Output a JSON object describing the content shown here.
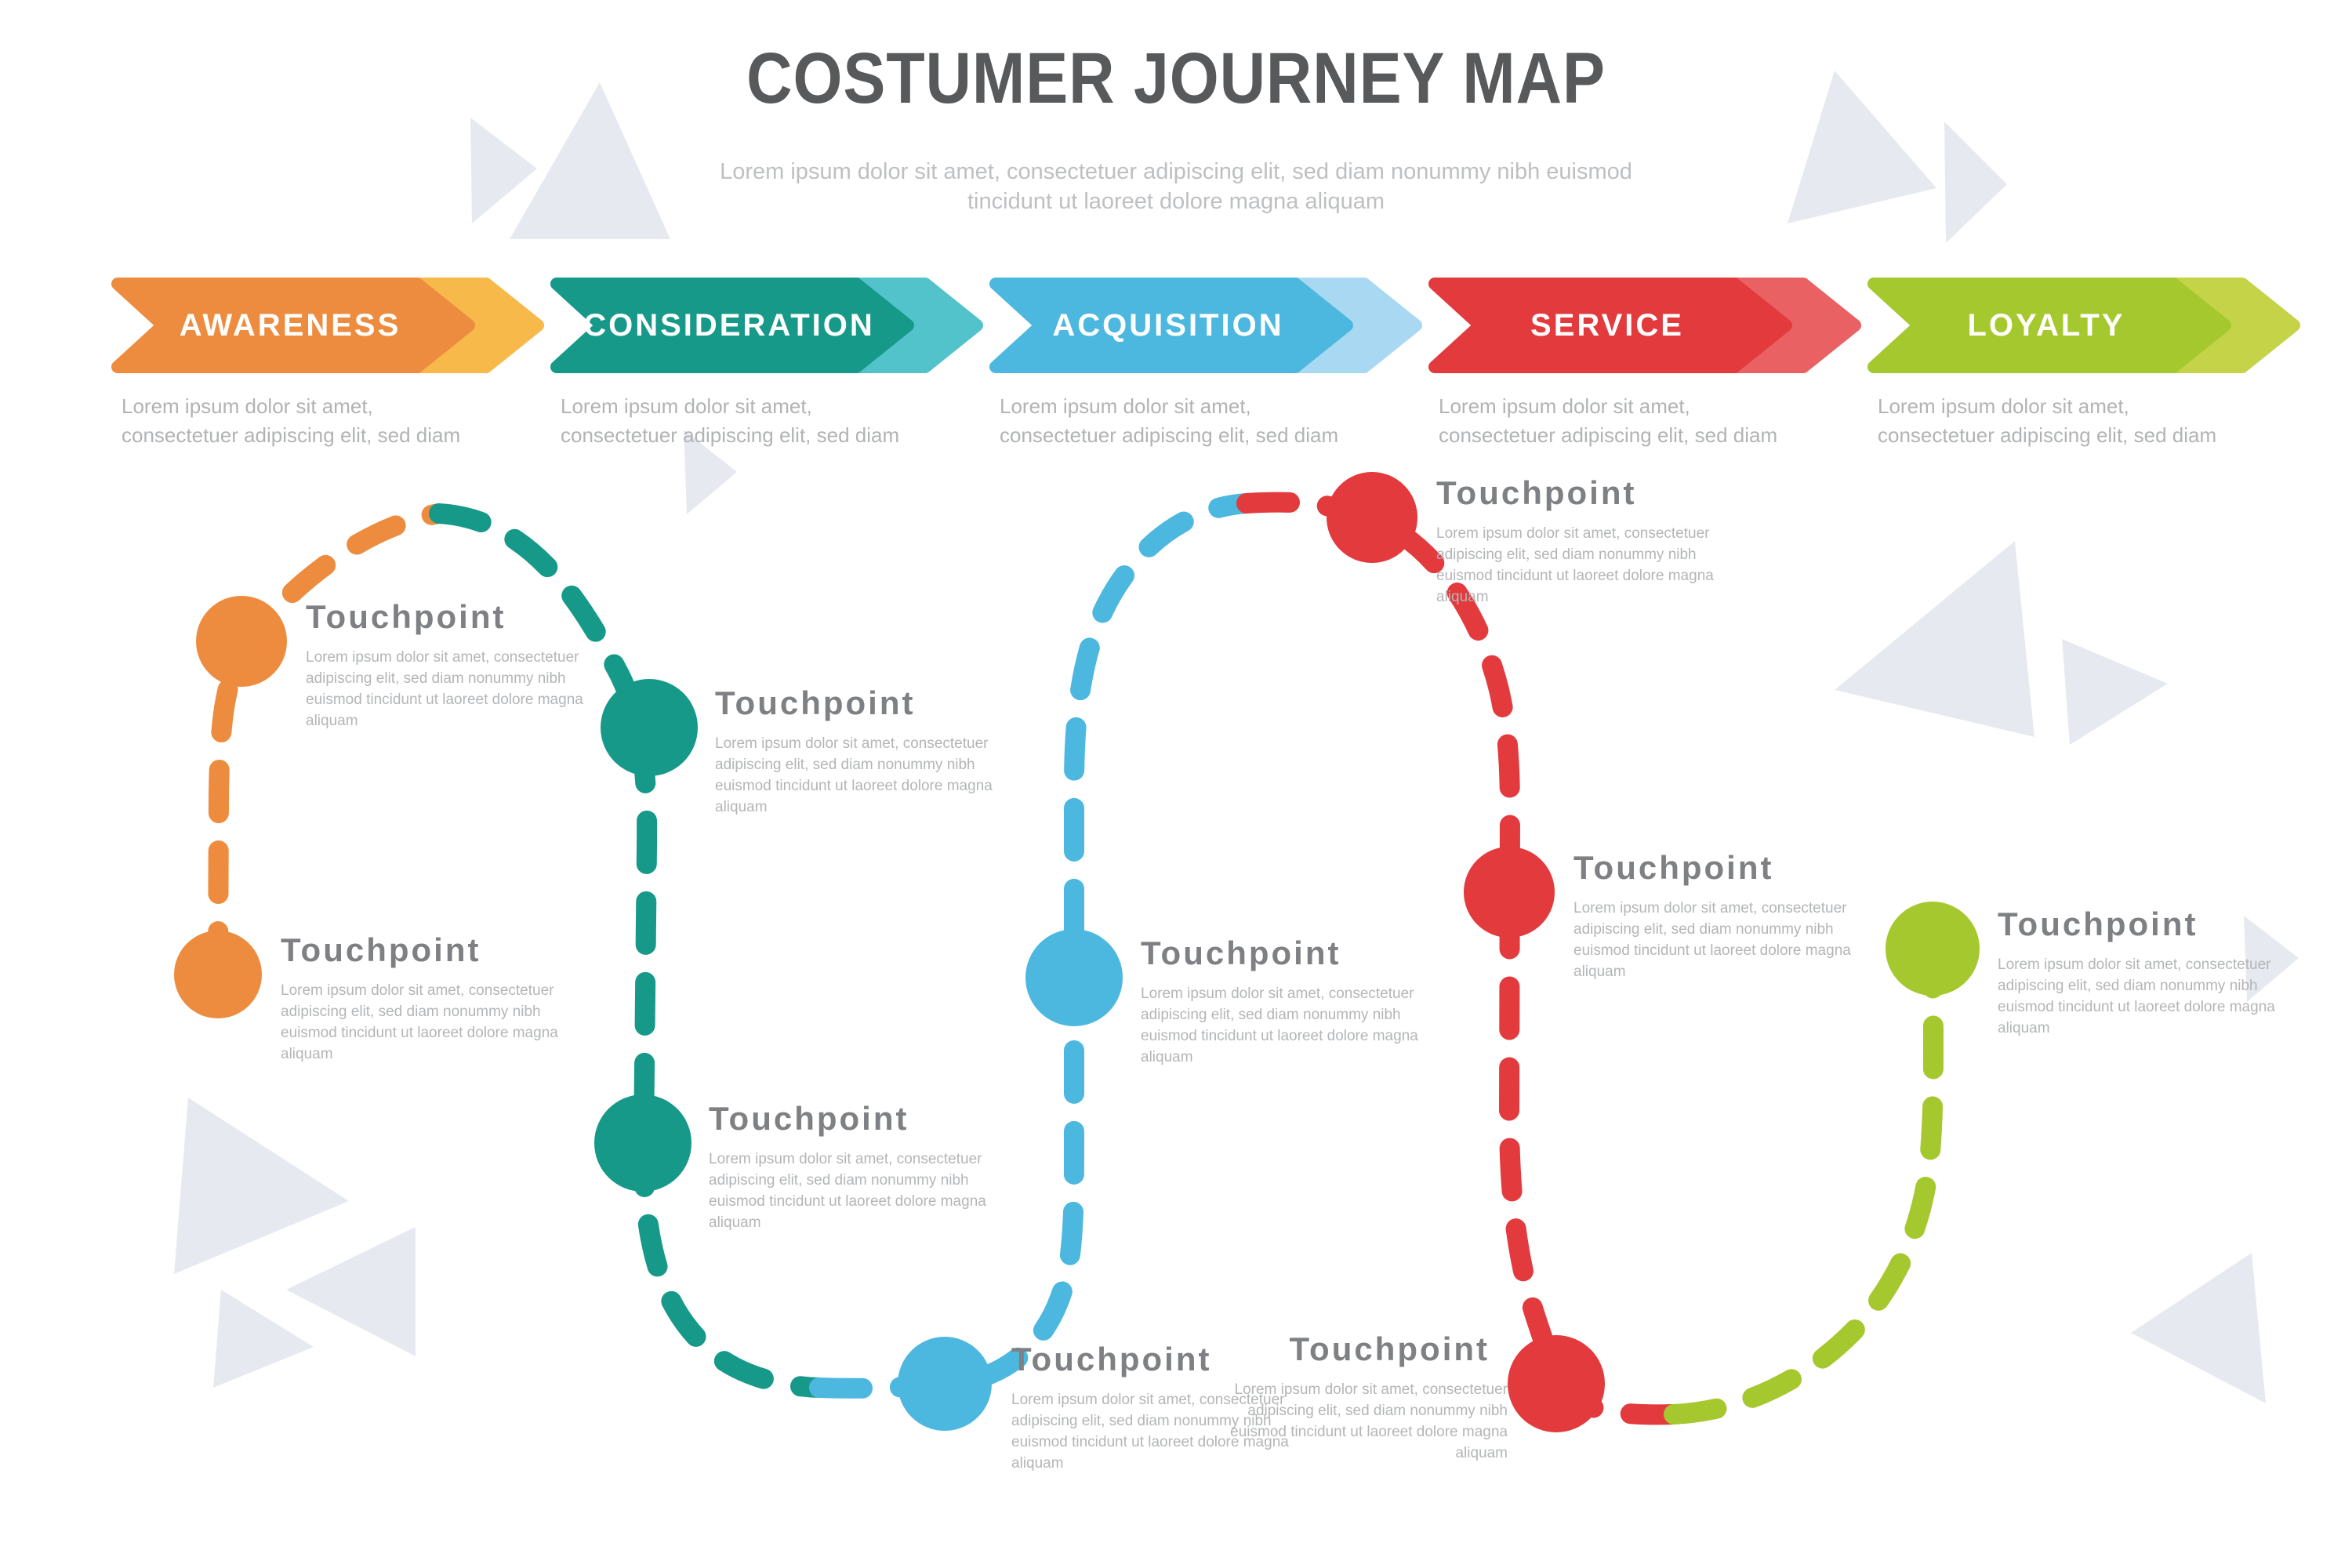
{
  "header": {
    "title": "COSTUMER JOURNEY MAP",
    "subtitle": "Lorem ipsum dolor sit amet, consectetuer adipiscing elit, sed diam nonummy nibh euismod tincidunt ut laoreet dolore magna aliquam"
  },
  "stages": [
    {
      "label": "AWARENESS",
      "color": "#ED8C3E",
      "color_light": "#F6B94A",
      "description": "Lorem ipsum dolor sit amet, consectetuer adipiscing elit, sed diam"
    },
    {
      "label": "CONSIDERATION",
      "color": "#17998A",
      "color_light": "#52C3CA",
      "description": "Lorem ipsum dolor sit amet, consectetuer adipiscing elit, sed diam"
    },
    {
      "label": "ACQUISITION",
      "color": "#4DB8DF",
      "color_light": "#A9D9F2",
      "description": "Lorem ipsum dolor sit amet, consectetuer adipiscing elit, sed diam"
    },
    {
      "label": "SERVICE",
      "color": "#E23A3D",
      "color_light": "#EA6163",
      "description": "Lorem ipsum dolor sit amet, consectetuer adipiscing elit, sed diam"
    },
    {
      "label": "LOYALTY",
      "color": "#A5C82F",
      "color_light": "#C4D348",
      "description": "Lorem ipsum dolor sit amet, consectetuer adipiscing elit, sed diam"
    }
  ],
  "touchpoints": [
    {
      "stage": "awareness",
      "title": "Touchpoint",
      "body": "Lorem ipsum dolor sit amet, consectetuer adipiscing elit, sed diam nonummy nibh euismod tincidunt ut laoreet dolore magna aliquam"
    },
    {
      "stage": "awareness",
      "title": "Touchpoint",
      "body": "Lorem ipsum dolor sit amet, consectetuer adipiscing elit, sed diam nonummy nibh euismod tincidunt ut laoreet dolore magna aliquam"
    },
    {
      "stage": "consideration",
      "title": "Touchpoint",
      "body": "Lorem ipsum dolor sit amet, consectetuer adipiscing elit, sed diam nonummy nibh euismod tincidunt ut laoreet dolore magna aliquam"
    },
    {
      "stage": "consideration",
      "title": "Touchpoint",
      "body": "Lorem ipsum dolor sit amet, consectetuer adipiscing elit, sed diam nonummy nibh euismod tincidunt ut laoreet dolore magna aliquam"
    },
    {
      "stage": "acquisition",
      "title": "Touchpoint",
      "body": "Lorem ipsum dolor sit amet, consectetuer adipiscing elit, sed diam nonummy nibh euismod tincidunt ut laoreet dolore magna aliquam"
    },
    {
      "stage": "acquisition",
      "title": "Touchpoint",
      "body": "Lorem ipsum dolor sit amet, consectetuer adipiscing elit, sed diam nonummy nibh euismod tincidunt ut laoreet dolore magna aliquam"
    },
    {
      "stage": "service",
      "title": "Touchpoint",
      "body": "Lorem ipsum dolor sit amet, consectetuer adipiscing elit, sed diam nonummy nibh euismod tincidunt ut laoreet dolore magna aliquam"
    },
    {
      "stage": "service",
      "title": "Touchpoint",
      "body": "Lorem ipsum dolor sit amet, consectetuer adipiscing elit, sed diam nonummy nibh euismod tincidunt ut laoreet dolore magna aliquam"
    },
    {
      "stage": "service",
      "title": "Touchpoint",
      "body": "Lorem ipsum dolor sit amet, consectetuer adipiscing elit, sed diam nonummy nibh euismod tincidunt ut laoreet dolore magna aliquam"
    },
    {
      "stage": "loyalty",
      "title": "Touchpoint",
      "body": "Lorem ipsum dolor sit amet, consectetuer adipiscing elit, sed diam nonummy nibh euismod tincidunt ut laoreet dolore magna aliquam"
    }
  ],
  "colors": {
    "title_text": "#58595b",
    "touchpoint_title": "#7e8083",
    "body_text": "#b3b5b7",
    "decor_triangle": "#E6EAF0"
  }
}
